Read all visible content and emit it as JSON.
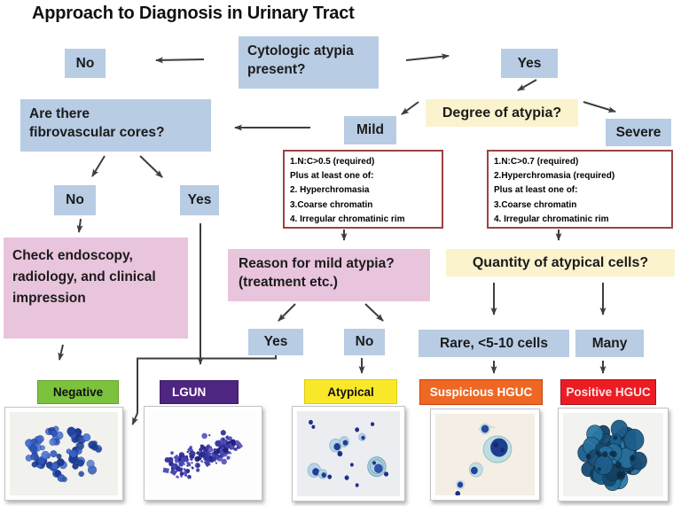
{
  "title": "Approach to Diagnosis in Urinary Tract",
  "flow": {
    "cytologic": "Cytologic atypia\npresent?",
    "no_left": "No",
    "yes_right": "Yes",
    "degree": "Degree of atypia?",
    "mild": "Mild",
    "severe": "Severe",
    "fibro": "Are there\nfibrovascular cores?",
    "fibro_no": "No",
    "fibro_yes": "Yes",
    "check": "Check endoscopy,\nradiology, and clinical\nimpression",
    "mild_criteria": [
      "1.N:C>0.5 (required)",
      "Plus at least one of:",
      "2. Hyperchromasia",
      "3.Coarse chromatin",
      "4. Irregular chromatinic rim"
    ],
    "severe_criteria": [
      "1.N:C>0.7 (required)",
      "2.Hyperchromasia (required)",
      "Plus at least one of:",
      "3.Coarse chromatin",
      "4. Irregular chromatinic rim"
    ],
    "reason": "Reason for mild atypia?\n(treatment etc.)",
    "reason_yes": "Yes",
    "reason_no": "No",
    "quantity": "Quantity of atypical cells?",
    "rare": "Rare, <5-10 cells",
    "many": "Many"
  },
  "colors": {
    "box_blue": "#b8cce4",
    "box_cream": "#faf3cd",
    "box_pink": "#e9c4dd",
    "criteria_border": "#9c4242",
    "arrow": "#3d3d3d"
  },
  "results": [
    {
      "label": "Negative",
      "bg": "#7cc23d",
      "border": "#669f2f",
      "text_color": "#101010",
      "image": {
        "name": "negative-cytology-image",
        "pattern": "dotcluster",
        "bg": "#f1f1ee",
        "seed": 7,
        "count": 78,
        "palette": [
          "#2f55b8",
          "#24439e",
          "#3b66c9",
          "#1c3a8f",
          "#4c76d4"
        ]
      }
    },
    {
      "label": "LGUN",
      "bg": "#4f2582",
      "border": "#3a1b61",
      "text_color": "#ffffff",
      "image": {
        "name": "lgun-cytology-image",
        "pattern": "speckle",
        "bg": "#fdfdfd",
        "seed": 11,
        "count": 170,
        "palette": [
          "#2d2d96",
          "#4343b2",
          "#1f1f7a",
          "#5a50bd",
          "#3939a5"
        ]
      }
    },
    {
      "label": "Atypical",
      "bg": "#f9e829",
      "border": "#ddcb14",
      "text_color": "#101010",
      "image": {
        "name": "atypical-cytology-image",
        "pattern": "scattered",
        "bg": "#ecedf1",
        "seed": 3,
        "palette": [
          "#b9d4e6",
          "#233d92"
        ]
      }
    },
    {
      "label": "Suspicious HGUC",
      "bg": "#ee6823",
      "border": "#c2420f",
      "text_color": "#ffffff",
      "image": {
        "name": "suspicious-hguc-cytology-image",
        "pattern": "fewcells",
        "bg": "#f4eee4",
        "seed": 4,
        "palette": [
          "#bedde2",
          "#1f3e92"
        ]
      }
    },
    {
      "label": "Positive HGUC",
      "bg": "#ec1c24",
      "border": "#a8121a",
      "text_color": "#ffe3e3",
      "image": {
        "name": "positive-hguc-cytology-image",
        "pattern": "bigcluster",
        "bg": "#f2f2f0",
        "seed": 5,
        "count": 48,
        "palette": [
          "#1d5e8c",
          "#174a72",
          "#276f9c",
          "#14405f",
          "#2a7aa6"
        ]
      }
    }
  ]
}
